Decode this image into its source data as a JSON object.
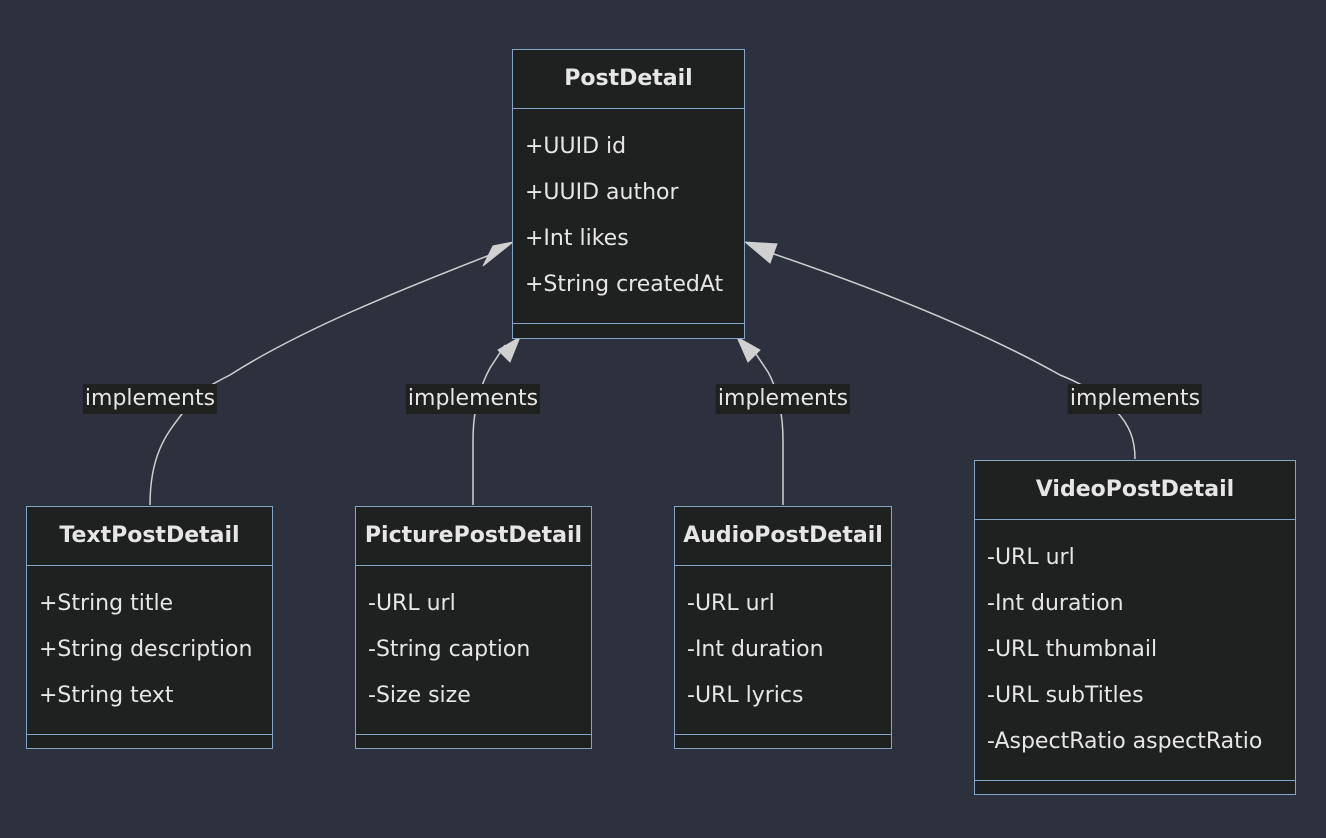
{
  "colors": {
    "background": "#2d303d",
    "box_fill": "#1f2020",
    "box_border": "#84a5c8",
    "text": "#e6e6e6",
    "edge": "#d0d0d0"
  },
  "classes": {
    "post_detail": {
      "name": "PostDetail",
      "attributes": [
        "+UUID id",
        "+UUID author",
        "+Int likes",
        "+String createdAt"
      ]
    },
    "text_post_detail": {
      "name": "TextPostDetail",
      "attributes": [
        "+String title",
        "+String description",
        "+String text"
      ]
    },
    "picture_post_detail": {
      "name": "PicturePostDetail",
      "attributes": [
        "-URL url",
        "-String caption",
        "-Size size"
      ]
    },
    "audio_post_detail": {
      "name": "AudioPostDetail",
      "attributes": [
        "-URL url",
        "-Int duration",
        "-URL lyrics"
      ]
    },
    "video_post_detail": {
      "name": "VideoPostDetail",
      "attributes": [
        "-URL url",
        "-Int duration",
        "-URL thumbnail",
        "-URL subTitles",
        "-AspectRatio aspectRatio"
      ]
    }
  },
  "relations": [
    {
      "from": "TextPostDetail",
      "to": "PostDetail",
      "label": "implements"
    },
    {
      "from": "PicturePostDetail",
      "to": "PostDetail",
      "label": "implements"
    },
    {
      "from": "AudioPostDetail",
      "to": "PostDetail",
      "label": "implements"
    },
    {
      "from": "VideoPostDetail",
      "to": "PostDetail",
      "label": "implements"
    }
  ]
}
